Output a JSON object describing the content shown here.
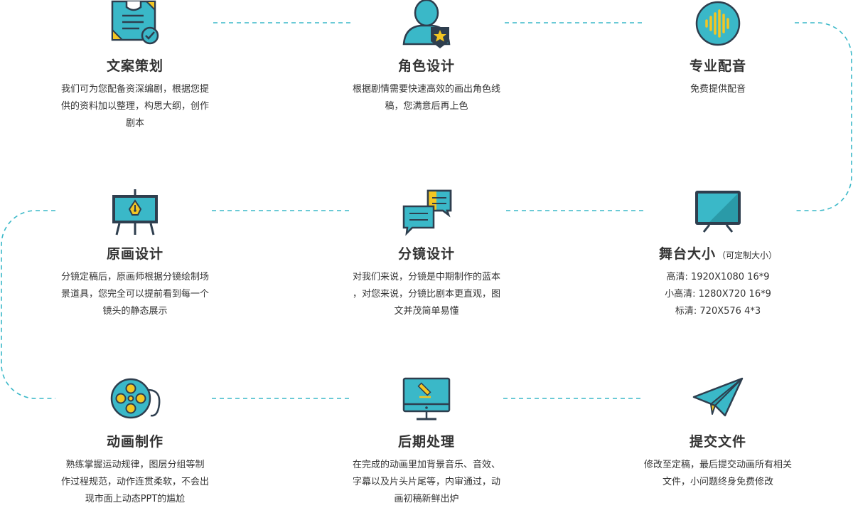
{
  "colors": {
    "teal": "#3AB8C8",
    "yellow": "#F3C623",
    "navy": "#2E3E4E",
    "connector": "#3AB8C8",
    "text": "#333333"
  },
  "steps": [
    {
      "icon": "clipboard-check-icon",
      "title": "文案策划",
      "note": "",
      "lines": [
        "我们可为您配备资深编剧，根据您提",
        "供的资料加以整理，构思大纲，创作",
        "剧本"
      ]
    },
    {
      "icon": "user-star-icon",
      "title": "角色设计",
      "note": "",
      "lines": [
        "根据剧情需要快速高效的画出角色线",
        "稿，您满意后再上色"
      ]
    },
    {
      "icon": "audio-wave-icon",
      "title": "专业配音",
      "note": "",
      "lines": [
        "免费提供配音"
      ]
    },
    {
      "icon": "drawing-easel-icon",
      "title": "原画设计",
      "note": "",
      "lines": [
        "分镜定稿后，原画师根据分镜绘制场",
        "景道具，您完全可以提前看到每一个",
        "镜头的静态展示"
      ]
    },
    {
      "icon": "chat-bubbles-icon",
      "title": "分镜设计",
      "note": "",
      "lines": [
        "对我们来说，分镜是中期制作的蓝本",
        "，对您来说，分镜比剧本更直观，图",
        "文并茂简单易懂"
      ]
    },
    {
      "icon": "tv-screen-icon",
      "title": "舞台大小",
      "note": "（可定制大小）",
      "lines": [
        "高清: 1920X1080 16*9",
        "小高清: 1280X720 16*9",
        "标清: 720X576 4*3"
      ]
    },
    {
      "icon": "film-reel-icon",
      "title": "动画制作",
      "note": "",
      "lines": [
        "熟练掌握运动规律，图层分组等制",
        "作过程规范，动作连贯柔软，不会出",
        "现市面上动态PPT的尴尬"
      ]
    },
    {
      "icon": "monitor-edit-icon",
      "title": "后期处理",
      "note": "",
      "lines": [
        "在完成的动画里加背景音乐、音效、",
        "字幕以及片头片尾等，内审通过，动",
        "画初稿新鲜出炉"
      ]
    },
    {
      "icon": "paper-plane-icon",
      "title": "提交文件",
      "note": "",
      "lines": [
        "修改至定稿，最后提交动画所有相关",
        "文件，小问题终身免费修改"
      ]
    }
  ]
}
